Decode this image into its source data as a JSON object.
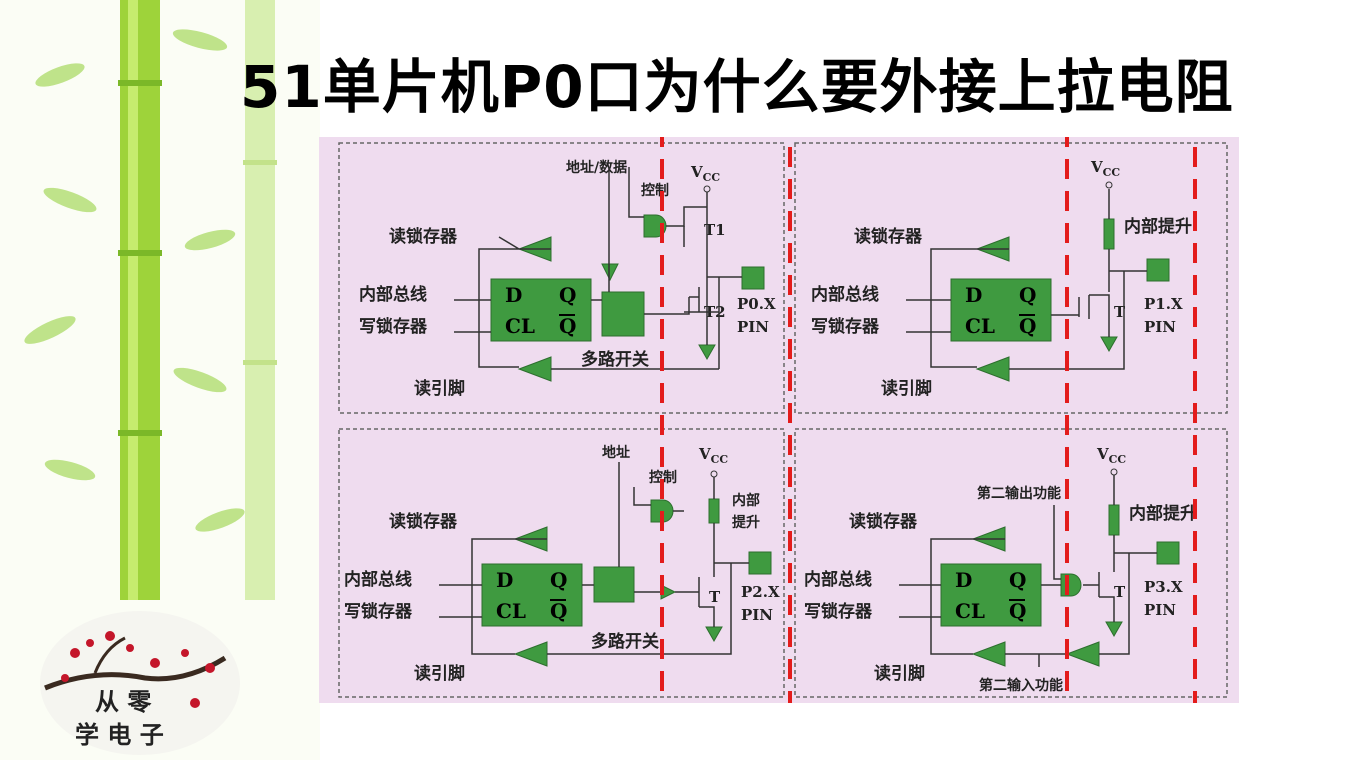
{
  "title": "51单片机P0口为什么要外接上拉电阻",
  "logo": {
    "line1": "从 零",
    "line2": "学 电 子"
  },
  "diagrams": {
    "p0": {
      "read_latch": "读锁存器",
      "internal_bus": "内部总线",
      "write_latch": "写锁存器",
      "read_pin": "读引脚",
      "mux": "多路开关",
      "addr_data": "地址/数据",
      "control": "控制",
      "vcc": "V",
      "vcc_sub": "CC",
      "t1": "T1",
      "t2": "T2",
      "pin1": "P0.X",
      "pin2": "PIN",
      "d": "D",
      "q": "Q",
      "cl": "CL",
      "qbar": "Q"
    },
    "p1": {
      "read_latch": "读锁存器",
      "internal_bus": "内部总线",
      "write_latch": "写锁存器",
      "read_pin": "读引脚",
      "pullup": "内部提升",
      "vcc": "V",
      "vcc_sub": "CC",
      "t": "T",
      "pin1": "P1.X",
      "pin2": "PIN",
      "d": "D",
      "q": "Q",
      "cl": "CL",
      "qbar": "Q"
    },
    "p2": {
      "read_latch": "读锁存器",
      "internal_bus": "内部总线",
      "write_latch": "写锁存器",
      "read_pin": "读引脚",
      "mux": "多路开关",
      "addr": "地址",
      "control": "控制",
      "pullup1": "内部",
      "pullup2": "提升",
      "vcc": "V",
      "vcc_sub": "CC",
      "t": "T",
      "pin1": "P2.X",
      "pin2": "PIN",
      "d": "D",
      "q": "Q",
      "cl": "CL",
      "qbar": "Q"
    },
    "p3": {
      "read_latch": "读锁存器",
      "internal_bus": "内部总线",
      "write_latch": "写锁存器",
      "read_pin": "读引脚",
      "second_out": "第二输出功能",
      "second_in": "第二输入功能",
      "pullup": "内部提升",
      "vcc": "V",
      "vcc_sub": "CC",
      "t": "T",
      "pin1": "P3.X",
      "pin2": "PIN",
      "d": "D",
      "q": "Q",
      "cl": "CL",
      "qbar": "Q"
    }
  }
}
